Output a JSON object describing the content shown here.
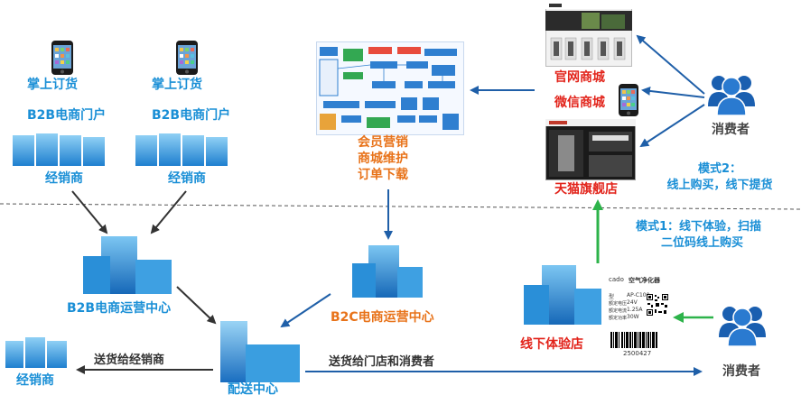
{
  "dealer_portal_left": {
    "app_label": "掌上订货",
    "portal_label": "B2B电商门户",
    "dealer_label": "经销商"
  },
  "dealer_portal_right": {
    "app_label": "掌上订货",
    "portal_label": "B2B电商门户",
    "dealer_label": "经销商"
  },
  "b2b_center": {
    "label": "B2B电商运营中心"
  },
  "b2c_center": {
    "label": "B2C电商运营中心"
  },
  "distribution_center": {
    "label": "配送中心"
  },
  "dealer_bottom": {
    "label": "经销商"
  },
  "member_ops": {
    "lines": [
      "会员营销",
      "商城维护",
      "订单下载"
    ]
  },
  "channels": {
    "official_mall": "官网商城",
    "wechat_mall": "微信商城",
    "tmall_store": "天猫旗舰店"
  },
  "consumer_top": {
    "label": "消费者"
  },
  "consumer_bottom": {
    "label": "消费者"
  },
  "offline_store": {
    "label": "线下体验店"
  },
  "mode1": {
    "lines": [
      "模式1：线下体验，扫描",
      "二位码线上购买"
    ]
  },
  "mode2": {
    "lines": [
      "模式2：",
      "线上购买，线下提货"
    ]
  },
  "flows": {
    "deliver_dealer": "送货给经销商",
    "deliver_store_consumer": "送货给门店和消费者"
  },
  "product_tag": {
    "brand": "cado",
    "product_name": "空气净化器",
    "model_key": "型",
    "model_val": "AP-C100",
    "voltage_key": "额定电压",
    "voltage_val": "24V",
    "current_key": "额定电流",
    "current_val": "1.25A",
    "power_key": "额定功率",
    "power_val": "30W",
    "barcode_number": "2500427"
  },
  "colors": {
    "blue_text": "#1a8fd6",
    "orange_text": "#e8731a",
    "red_text": "#e2231a",
    "arrow_blue": "#1f5fa8",
    "arrow_green": "#2db34a",
    "arrow_dark": "#333333"
  }
}
